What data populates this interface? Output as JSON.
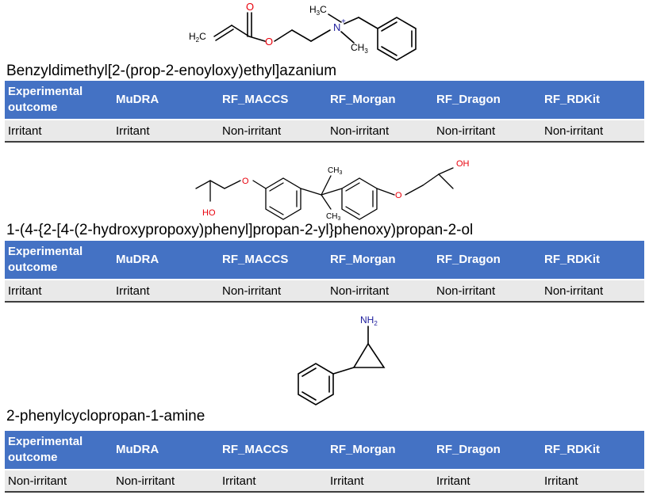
{
  "colors": {
    "header_bg": "#4472c4",
    "header_text": "#ffffff",
    "row_bg": "#e9e9e9",
    "oxygen": "#e8000b",
    "nitrogen": "#1c1c9c"
  },
  "columns": [
    "Experimental outcome",
    "MuDRA",
    "RF_MACCS",
    "RF_Morgan",
    "RF_Dragon",
    "RF_RDKit"
  ],
  "compounds": [
    {
      "name": "Benzyldimethyl[2-(prop-2-enoyloxy)ethyl]azanium",
      "atom_labels": {
        "o1": "O",
        "o2": "O",
        "n": "N",
        "plus": "+",
        "h2c": "H",
        "h2c_sub": "2",
        "h2c_c": "C",
        "h3c": "H",
        "h3c_sub": "3",
        "h3c_c": "C",
        "ch3": "CH",
        "ch3_sub": "3"
      },
      "row": [
        "Irritant",
        "Irritant",
        "Non-irritant",
        "Non-irritant",
        "Non-irritant",
        "Non-irritant"
      ]
    },
    {
      "name": "1-(4-{2-[4-(2-hydroxypropoxy)phenyl]propan-2-yl}phenoxy)propan-2-ol",
      "atom_labels": {
        "ho": "HO",
        "o1": "O",
        "o2": "O",
        "ch3a": "CH",
        "ch3a_sub": "3",
        "ch3b": "CH",
        "ch3b_sub": "3",
        "oh": "OH"
      },
      "row": [
        "Irritant",
        "Irritant",
        "Non-irritant",
        "Non-irritant",
        "Non-irritant",
        "Non-irritant"
      ]
    },
    {
      "name": "2-phenylcyclopropan-1-amine",
      "atom_labels": {
        "nh": "NH",
        "nh_sub": "2"
      },
      "row": [
        "Non-irritant",
        "Non-irritant",
        "Irritant",
        "Irritant",
        "Irritant",
        "Irritant"
      ]
    }
  ]
}
